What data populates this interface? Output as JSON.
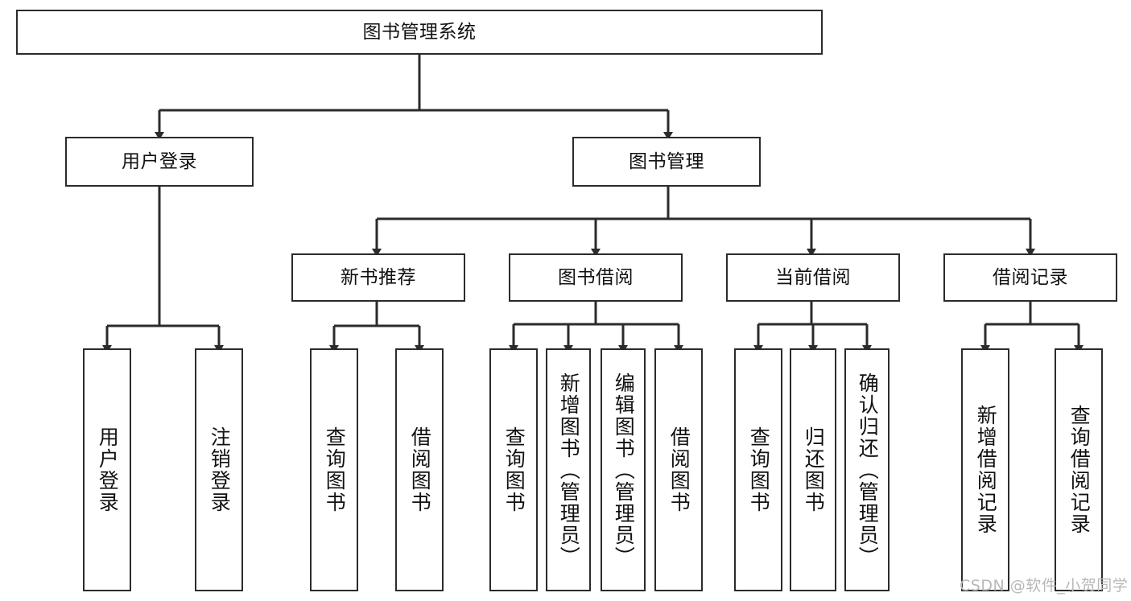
{
  "diagram": {
    "title": "图书管理系统",
    "type": "tree",
    "watermark": "CSDN @软件_小贺同学",
    "colors": {
      "box_border": "#2b2b2b",
      "box_fill": "#ffffff",
      "connector": "#2b2b2b",
      "text": "#111111",
      "watermark": "#b8b8b8"
    },
    "levels": {
      "root": {
        "label": "图书管理系统"
      },
      "level2": [
        {
          "id": "user-login",
          "label": "用户登录"
        },
        {
          "id": "book-manage",
          "label": "图书管理"
        }
      ],
      "level3": [
        {
          "id": "new-book-recommend",
          "label": "新书推荐",
          "parent": "book-manage"
        },
        {
          "id": "book-borrow",
          "label": "图书借阅",
          "parent": "book-manage"
        },
        {
          "id": "current-borrow",
          "label": "当前借阅",
          "parent": "book-manage"
        },
        {
          "id": "borrow-record",
          "label": "借阅记录",
          "parent": "book-manage"
        }
      ],
      "leaves": [
        {
          "id": "leaf-user-login",
          "label": "用户登录",
          "parent": "user-login"
        },
        {
          "id": "leaf-logout-login",
          "label": "注销登录",
          "parent": "user-login"
        },
        {
          "id": "leaf-query-book-1",
          "label": "查询图书",
          "parent": "new-book-recommend"
        },
        {
          "id": "leaf-borrow-book-1",
          "label": "借阅图书",
          "parent": "new-book-recommend"
        },
        {
          "id": "leaf-query-book-2",
          "label": "查询图书",
          "parent": "book-borrow"
        },
        {
          "id": "leaf-add-book",
          "label": "新增图书（管理员）",
          "parent": "book-borrow"
        },
        {
          "id": "leaf-edit-book",
          "label": "编辑图书（管理员）",
          "parent": "book-borrow"
        },
        {
          "id": "leaf-borrow-book-2",
          "label": "借阅图书",
          "parent": "book-borrow"
        },
        {
          "id": "leaf-query-book-3",
          "label": "查询图书",
          "parent": "current-borrow"
        },
        {
          "id": "leaf-return-book",
          "label": "归还图书",
          "parent": "current-borrow"
        },
        {
          "id": "leaf-confirm-return",
          "label": "确认归还（管理员）",
          "parent": "current-borrow"
        },
        {
          "id": "leaf-add-record",
          "label": "新增借阅记录",
          "parent": "borrow-record"
        },
        {
          "id": "leaf-query-record",
          "label": "查询借阅记录",
          "parent": "borrow-record"
        }
      ]
    }
  }
}
